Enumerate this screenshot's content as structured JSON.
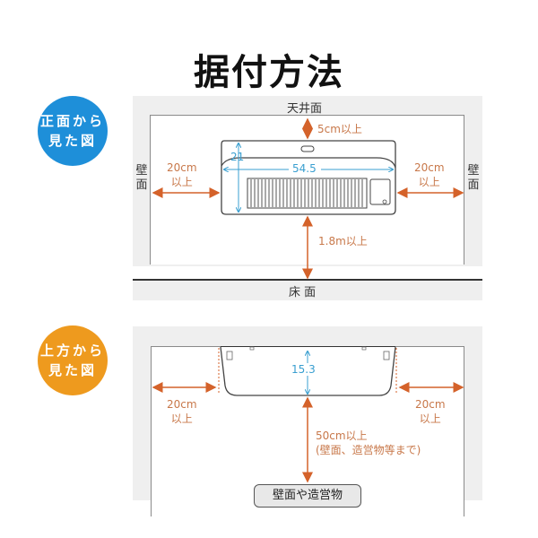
{
  "title": "据付方法",
  "colors": {
    "front_badge": "#1e8fd9",
    "top_badge": "#ee9a1e",
    "arrow_orange": "#d4622a",
    "dimension_blue": "#3a9fd0"
  },
  "front_view": {
    "badge_line1": "正面から",
    "badge_line2": "見た図",
    "ceiling_label": "天井面",
    "floor_label": "床 面",
    "left_wall_label": "壁面",
    "right_wall_label": "壁面",
    "top_clearance": "5cm以上",
    "left_clearance_line1": "20cm",
    "left_clearance_line2": "以上",
    "right_clearance_line1": "20cm",
    "right_clearance_line2": "以上",
    "floor_clearance": "1.8m以上",
    "width_dim": "54.5",
    "height_dim": "21"
  },
  "top_view": {
    "badge_line1": "上方から",
    "badge_line2": "見た図",
    "depth_dim": "15.3",
    "left_clearance_line1": "20cm",
    "left_clearance_line2": "以上",
    "right_clearance_line1": "20cm",
    "right_clearance_line2": "以上",
    "front_clearance_line1": "50cm以上",
    "front_clearance_line2": "(壁面、造営物等まで)",
    "obstacle_label": "壁面や造営物"
  }
}
